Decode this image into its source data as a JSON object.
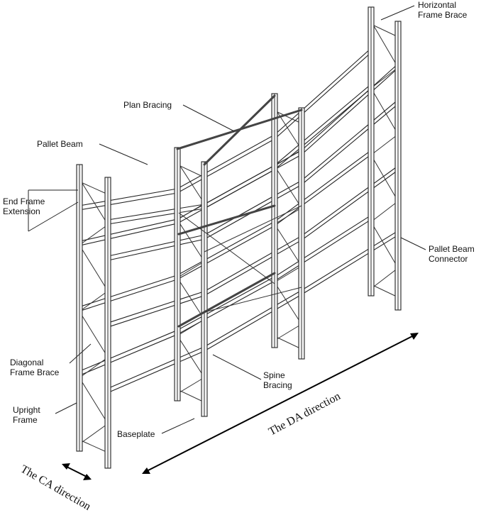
{
  "labels": {
    "horizontal_frame_brace": [
      "Horizontal",
      "Frame Brace"
    ],
    "plan_bracing": "Plan Bracing",
    "pallet_beam": "Pallet Beam",
    "end_frame_extension": [
      "End Frame",
      "Extension"
    ],
    "pallet_beam_connector": [
      "Pallet Beam",
      "Connector"
    ],
    "diagonal_frame_brace": [
      "Diagonal",
      "Frame Brace"
    ],
    "spine_bracing": [
      "Spine",
      "Bracing"
    ],
    "upright_frame": [
      "Upright",
      "Frame"
    ],
    "baseplate": "Baseplate"
  },
  "directions": {
    "da": "The DA direction",
    "ca": "The CA direction"
  },
  "colors": {
    "line": "#222222",
    "background": "#ffffff"
  }
}
